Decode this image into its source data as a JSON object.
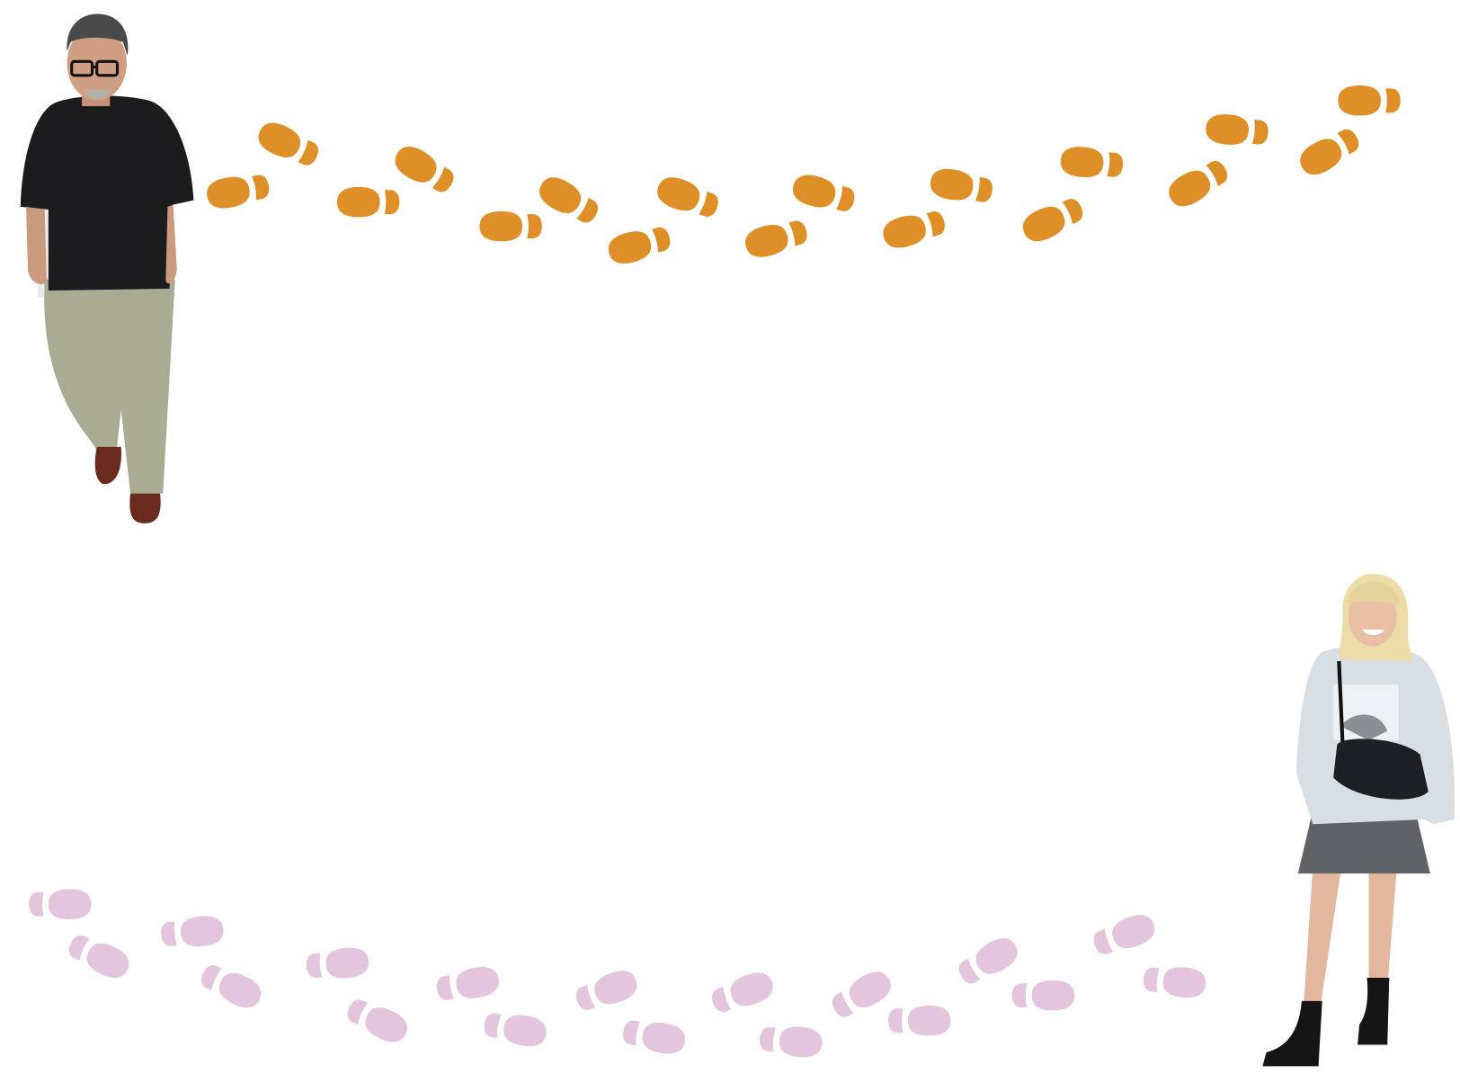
{
  "colors": {
    "background": "#ffffff",
    "footprint_orange": "#df8f27",
    "footprint_pink": "#e3c5de"
  },
  "scene": {
    "people": [
      "man-walking",
      "woman-standing"
    ],
    "footprint_trails": [
      "orange-trail",
      "pink-trail"
    ]
  }
}
